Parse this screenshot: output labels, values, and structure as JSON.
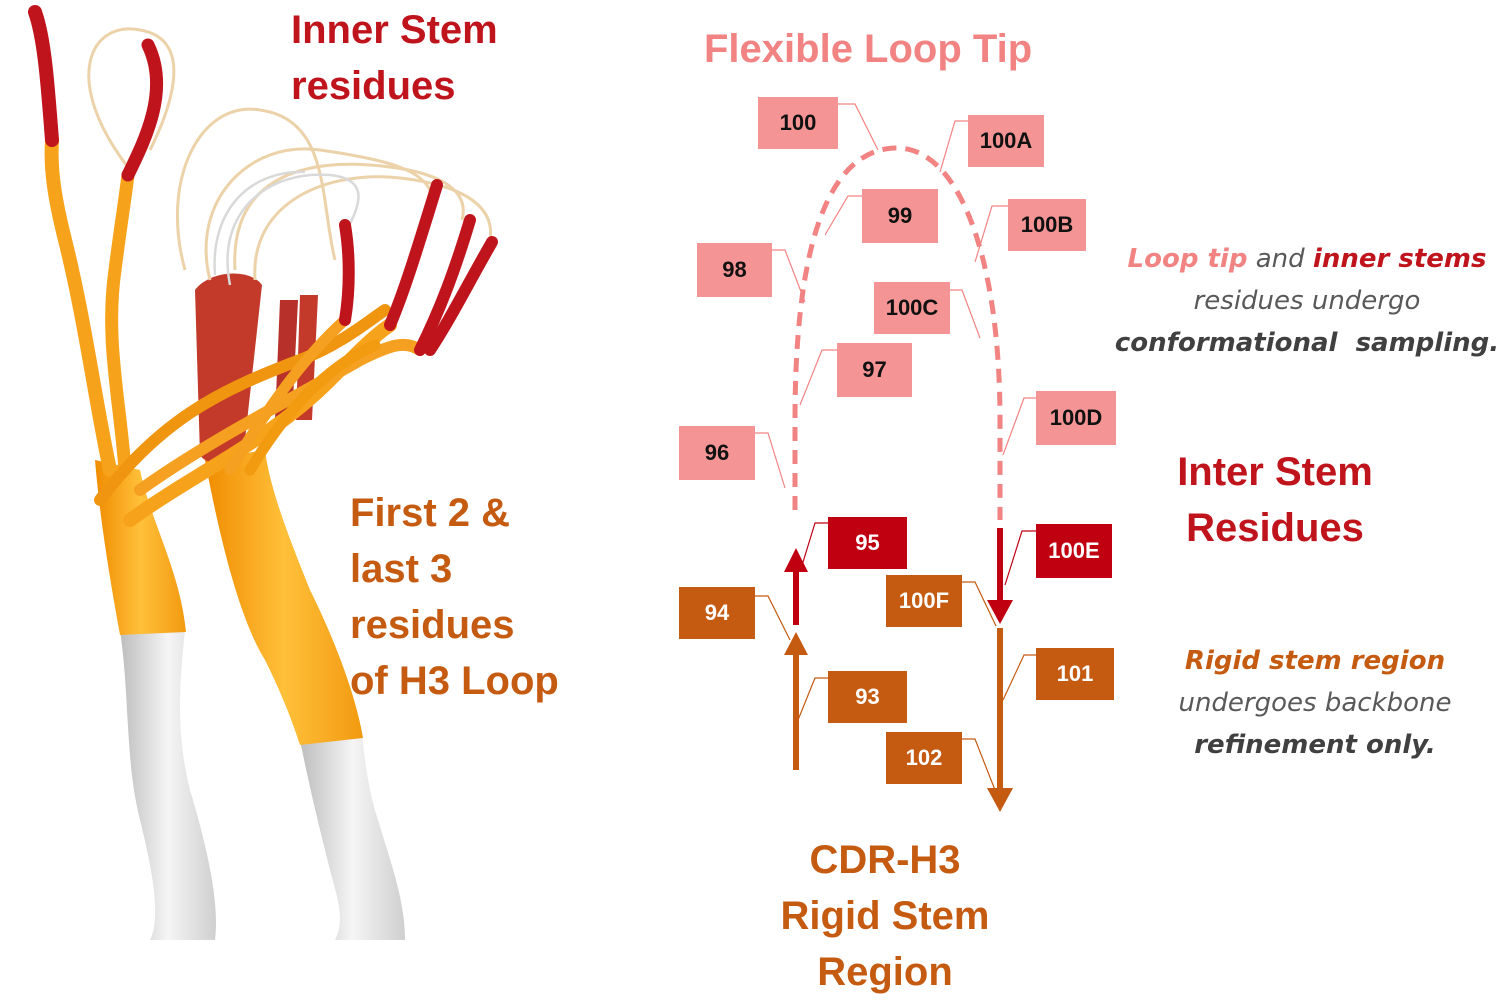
{
  "titles": {
    "inner_stem": [
      "Inner Stem",
      "residues"
    ],
    "first_last": [
      "First 2 &",
      "last 3",
      "residues",
      "of H3 Loop"
    ],
    "flexible_loop_tip": "Flexible Loop Tip",
    "inter_stem": [
      "Inter Stem",
      "Residues"
    ],
    "cdr_h3": [
      "CDR-H3",
      "Rigid Stem",
      "Region"
    ]
  },
  "residue_labels": {
    "r100": "100",
    "r100A": "100A",
    "r99": "99",
    "r100B": "100B",
    "r98": "98",
    "r100C": "100C",
    "r97": "97",
    "r100D": "100D",
    "r96": "96",
    "r95": "95",
    "r100E": "100E",
    "r94": "94",
    "r100F": "100F",
    "r101": "101",
    "r93": "93",
    "r102": "102"
  },
  "notes": {
    "loop": {
      "part1": "Loop tip",
      "part2": " and ",
      "part3": "inner stems",
      "line2": "residues undergo",
      "line3": "conformational  sampling."
    },
    "rigid": {
      "line1": "Rigid stem region",
      "line2": "undergoes backbone",
      "line3": "refinement only."
    }
  },
  "colors": {
    "loop_tip": "#f28383",
    "inner_stem": "#c0141d",
    "rigid_stem": "#c55a11",
    "strand_orange": "#f7a21b",
    "strand_base": "#e6e6e6"
  }
}
